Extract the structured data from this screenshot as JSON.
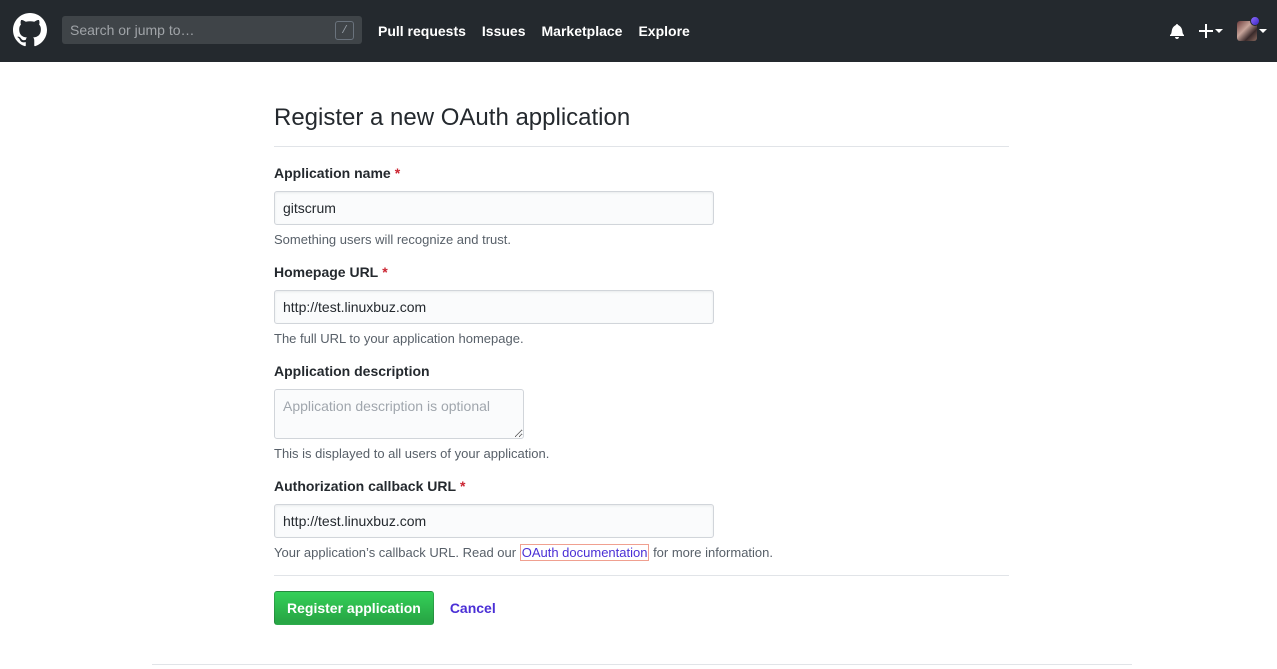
{
  "header": {
    "search_placeholder": "Search or jump to…",
    "search_shortcut": "/",
    "nav": [
      {
        "label": "Pull requests"
      },
      {
        "label": "Issues"
      },
      {
        "label": "Marketplace"
      },
      {
        "label": "Explore"
      }
    ],
    "icons": [
      "github-logo-icon",
      "bell-icon",
      "plus-icon",
      "caret-down-icon",
      "avatar"
    ]
  },
  "page": {
    "title": "Register a new OAuth application"
  },
  "form": {
    "app_name": {
      "label": "Application name",
      "required_mark": "*",
      "value": "gitscrum",
      "note": "Something users will recognize and trust."
    },
    "homepage_url": {
      "label": "Homepage URL",
      "required_mark": "*",
      "value": "http://test.linuxbuz.com",
      "note": "The full URL to your application homepage."
    },
    "description": {
      "label": "Application description",
      "placeholder": "Application description is optional",
      "value": "",
      "note": "This is displayed to all users of your application."
    },
    "callback_url": {
      "label": "Authorization callback URL",
      "required_mark": "*",
      "value": "http://test.linuxbuz.com",
      "note_before": "Your application’s callback URL. Read our ",
      "note_link": "OAuth documentation",
      "note_after": " for more information."
    },
    "submit_label": "Register application",
    "cancel_label": "Cancel"
  },
  "colors": {
    "header_bg": "#24292e",
    "primary_button": "#28a745",
    "link": "#4a2fd6",
    "required": "#cb2431"
  }
}
